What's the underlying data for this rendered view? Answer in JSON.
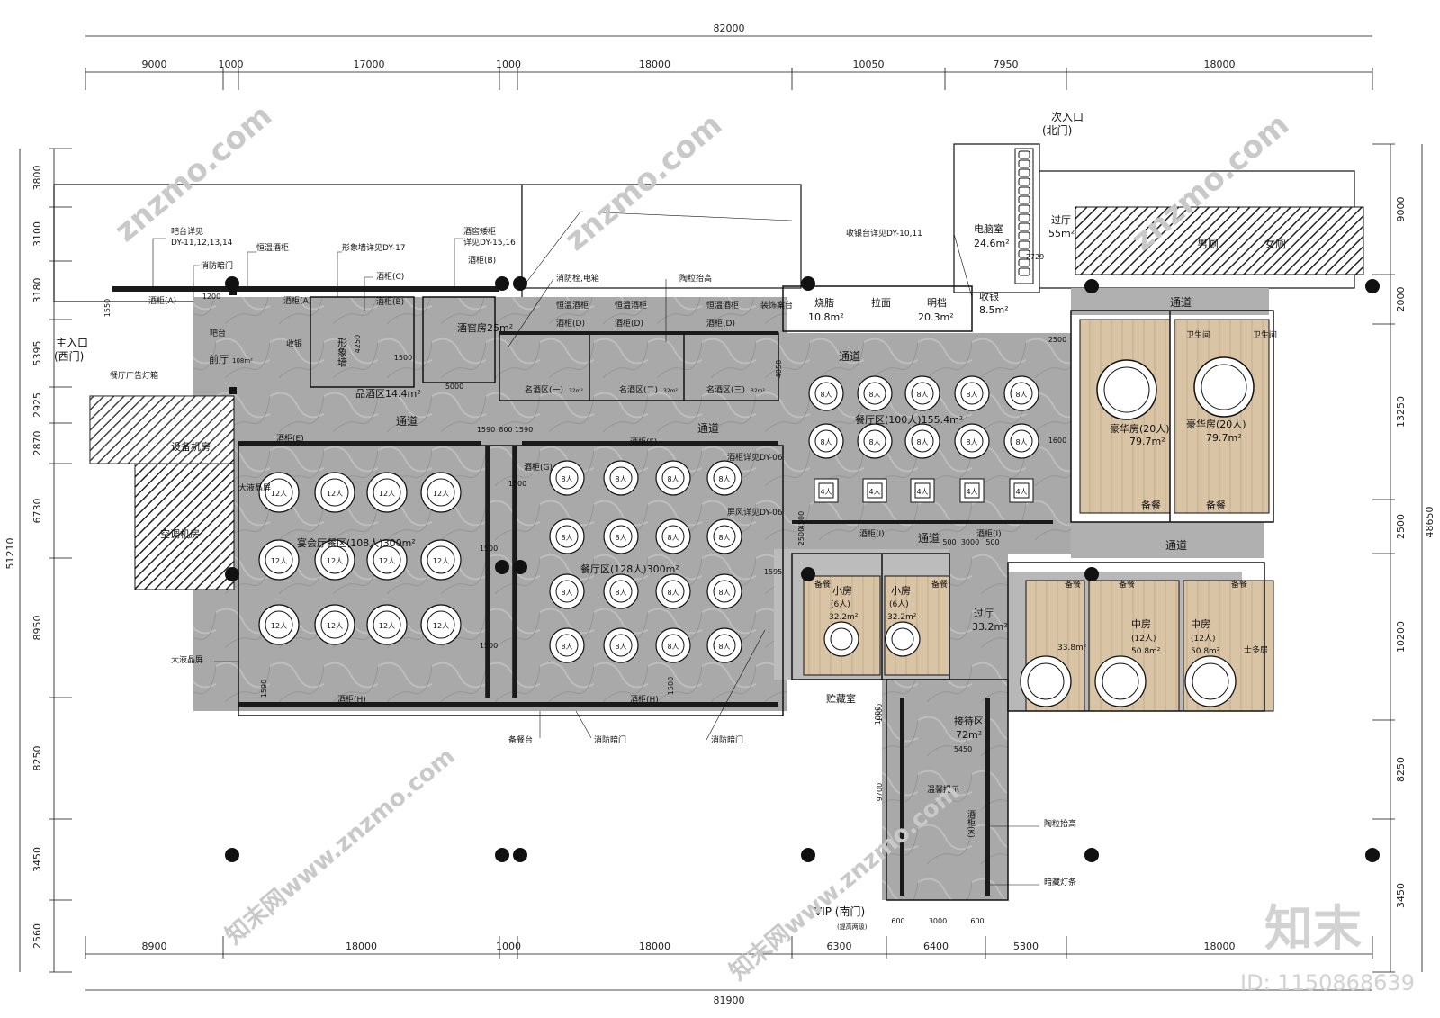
{
  "dims": {
    "top_total": "82000",
    "bottom_total": "81900",
    "left_total": "51210",
    "right_total": "48650",
    "top": [
      "9000",
      "1000",
      "17000",
      "1000",
      "18000",
      "10050",
      "7950",
      "18000"
    ],
    "bottom": [
      "8900",
      "18000",
      "1000",
      "18000",
      "6300",
      "6400",
      "5300",
      "18000"
    ],
    "left": [
      "3800",
      "3100",
      "3180",
      "5395",
      "2925",
      "2870",
      "6730",
      "8950",
      "8250",
      "3450",
      "2560"
    ],
    "right": [
      "9000",
      "2000",
      "13250",
      "2500",
      "10200",
      "8250",
      "3450"
    ],
    "inner": [
      "1590",
      "800",
      "1590",
      "1500",
      "1500",
      "1550",
      "1200",
      "4050",
      "5000",
      "1500",
      "4250",
      "5450",
      "9700",
      "1000",
      "500",
      "3000",
      "500",
      "600",
      "3000",
      "600",
      "2729",
      "2500",
      "1600",
      "1590",
      "1500",
      "1595",
      "1500",
      "1000",
      "4500",
      "2500"
    ]
  },
  "labels": {
    "main_entrance": "主入口",
    "main_entrance_sub": "(西门)",
    "second_entrance": "次入口",
    "second_entrance_sub": "(北门)",
    "vip": "VIP (南门)",
    "vip_sub": "(提高两级)",
    "bar_detail": "吧台详见",
    "bar_detail_refs": "DY-11,12,13,14",
    "fire_door": "消防暗门",
    "thermo_cabinet": "恒温酒柜",
    "image_wall_detail": "形象墙详见DY-17",
    "wine_cabinet_c": "酒柜(C)",
    "wine_cabinet_b": "酒柜(B)",
    "wine_cabinet_a": "酒柜(A)",
    "wine_cabinet_d": "酒柜(D)",
    "wine_cabinet_e": "酒柜(E)",
    "wine_cabinet_f": "酒柜(F)",
    "wine_cabinet_g": "酒柜(G)",
    "wine_cabinet_h": "酒柜(H)",
    "wine_cabinet_i": "酒柜(I)",
    "wine_cabinet_k": "酒柜(K)",
    "low_cabinet": "酒窖矮柜",
    "low_cabinet_refs": "详见DY-15,16",
    "fire_hydrant": "消防栓,电箱",
    "ceramic_raise": "陶粒抬高",
    "deco_table": "装饰案台",
    "cashier_detail": "收银台详见DY-10,11",
    "computer_room": "电脑室",
    "computer_area": "24.6m²",
    "hall": "过厅",
    "hall_area": "55m²",
    "male_wc": "男厕",
    "female_wc": "女厕",
    "bbq": "烧腊",
    "bbq_area": "10.8m²",
    "noodle": "拉面",
    "open_stall": "明档",
    "open_area": "20.3m²",
    "cashier": "收银",
    "cashier_area": "8.5m²",
    "corridor": "通道",
    "bar": "吧台",
    "cash": "收银",
    "lobby": "前厅",
    "lobby_area": "108m²",
    "image_wall": "形象墙",
    "cellar": "酒窖房25m²",
    "tasting": "品酒区14.4m²",
    "ad_box": "餐厅广告灯箱",
    "equip_room": "设备机房",
    "ac_room": "空调机房",
    "wine_zone_1": "名酒区(一)",
    "wine_zone_2": "名酒区(二)",
    "wine_zone_3": "名酒区(三)",
    "wine_zone_area": "32m²",
    "dining_a": "餐厅区(100人)155.4m²",
    "dining_b": "餐厅区(128人)300m²",
    "banquet": "宴会厅餐区(108人)300m²",
    "lcd": "大液晶屏",
    "fin_detail": "酒柜详见DY-06",
    "fin_detail_2": "屏风详见DY-06",
    "luxury": "豪华房(20人)",
    "luxury_area": "79.7m²",
    "prep": "备餐",
    "toilet": "卫生间",
    "small_room": "小房",
    "small_people": "(6人)",
    "small_area": "32.2m²",
    "storage": "贮藏室",
    "vestibule": "过厅",
    "vestibule_area": "33.2m²",
    "reception": "接待区",
    "reception_area": "72m²",
    "medium_room": "中房",
    "medium_people": "(12人)",
    "medium_area": "50.8m²",
    "medium_area_1": "33.8m²",
    "multi_room": "士多房",
    "prep_table": "备餐台",
    "hidden_light": "暗藏灯条",
    "screen_reminder": "温馨提示",
    "table_12": "12人",
    "table_8": "8人",
    "table_4": "4人"
  },
  "brand": {
    "logo": "知末",
    "id": "ID: 1150868639",
    "watermark": "znzmo.com",
    "watermark_cn": "知末网www.znzmo.com"
  },
  "colors": {
    "floor": "#a8a8a8",
    "floor_light": "#c4c4c4",
    "wood": "#d8c3a5",
    "line": "#111111",
    "watermark": "#c9c9c9"
  }
}
